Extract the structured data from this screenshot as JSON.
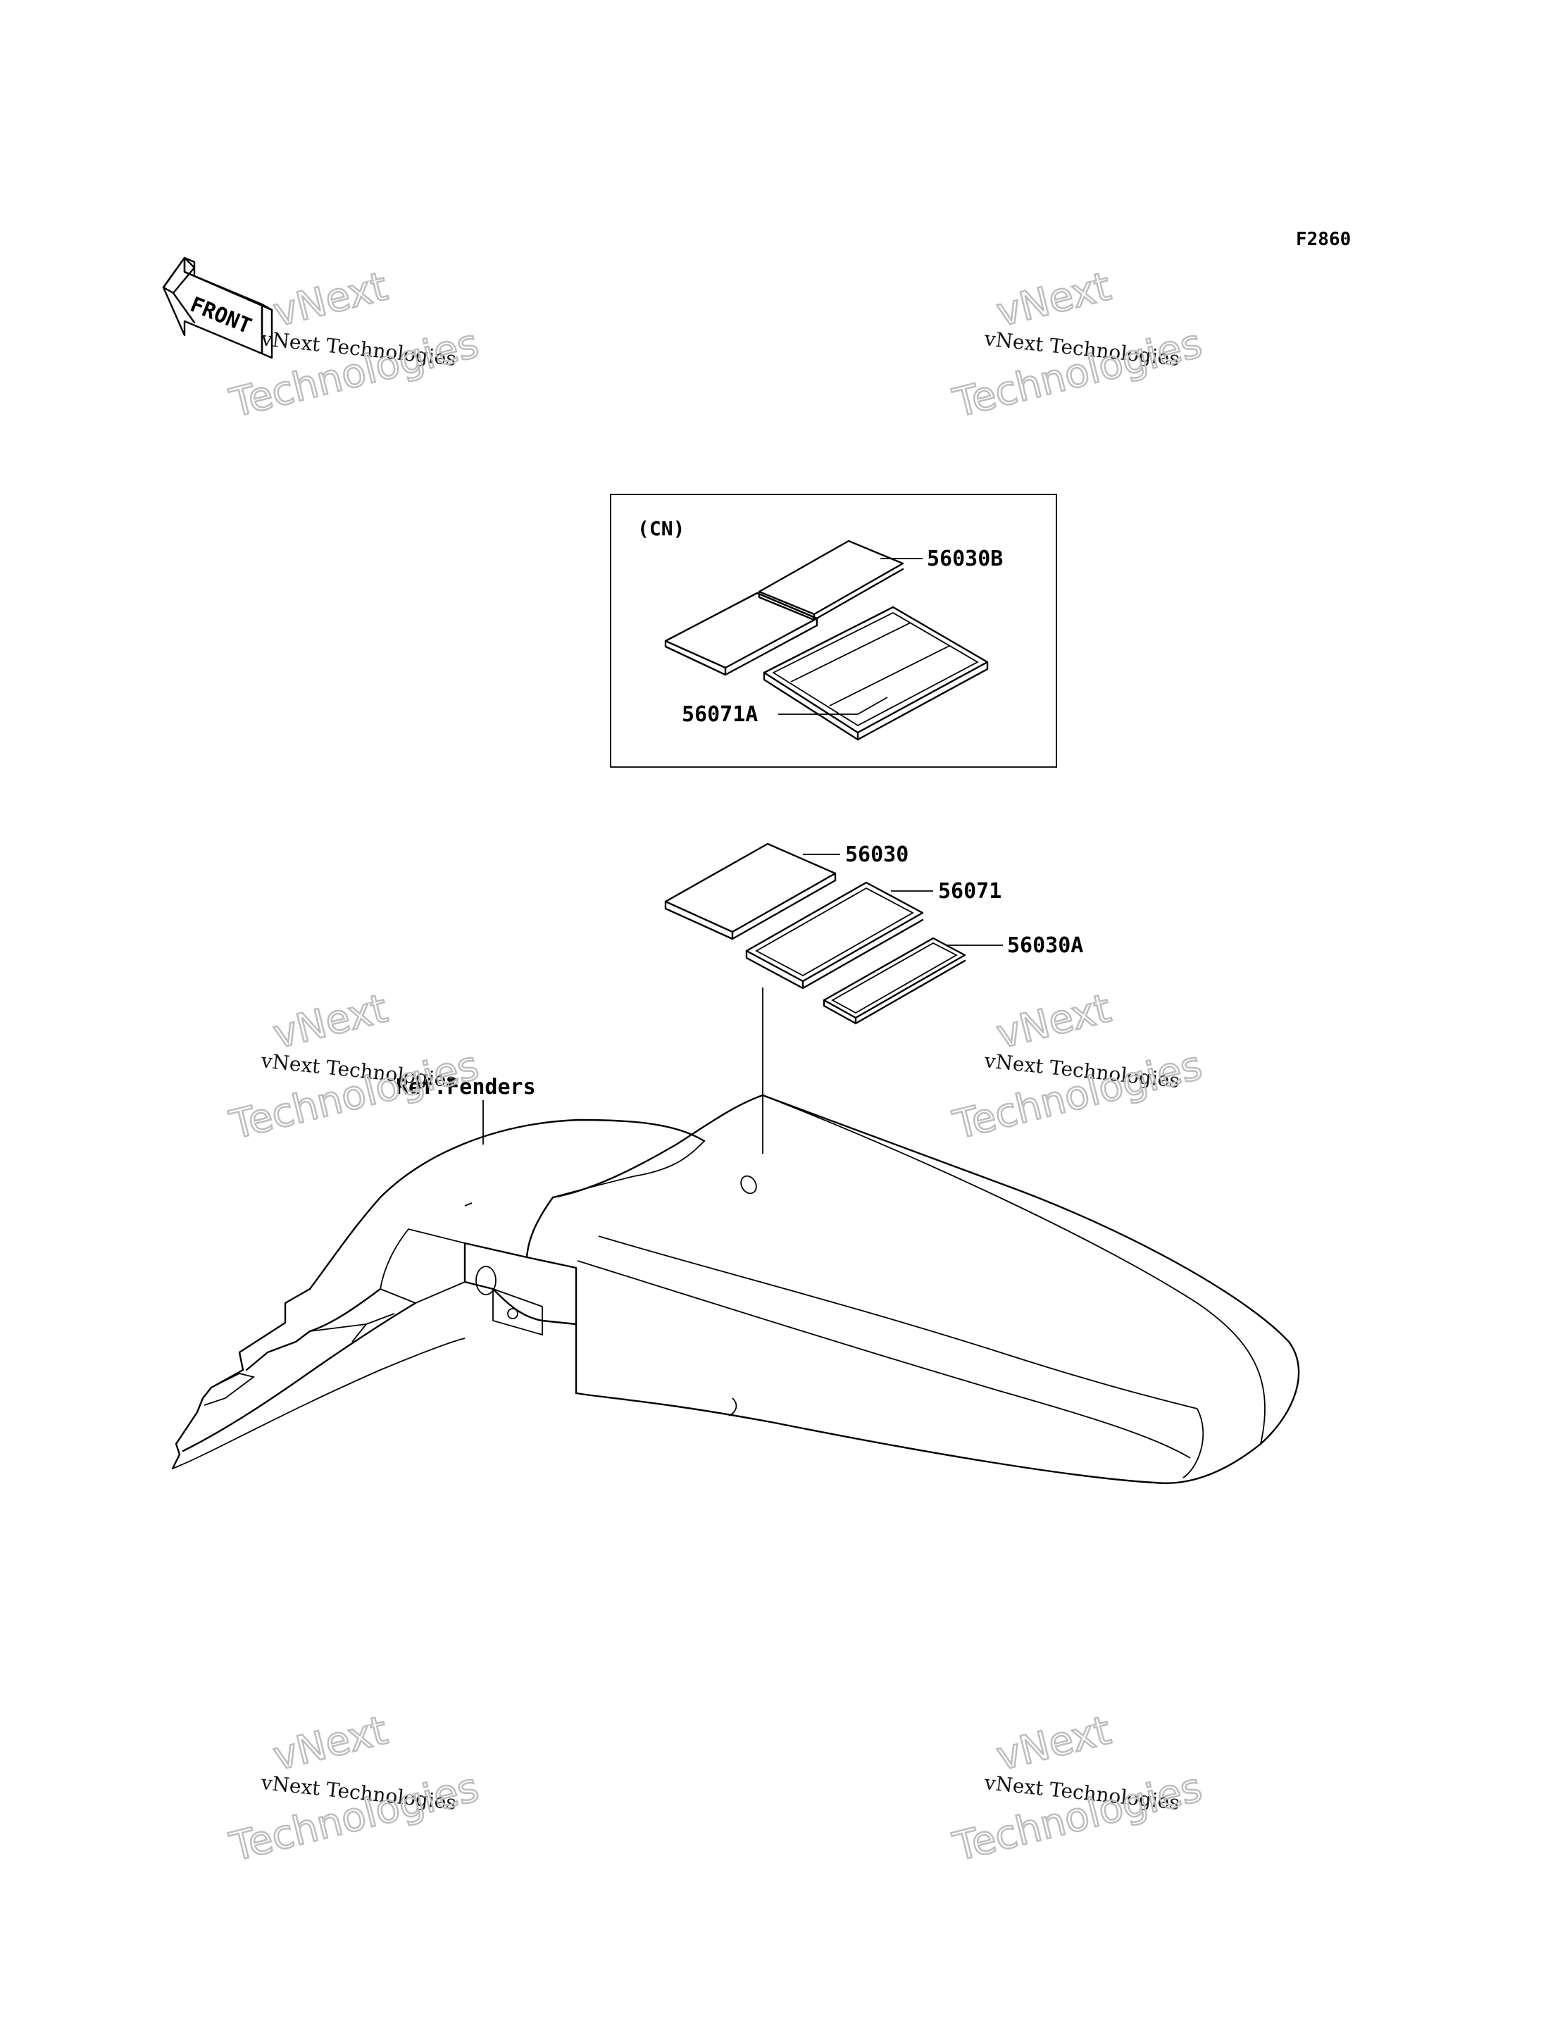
{
  "figure_code": "F2860",
  "front_arrow_text": "FRONT",
  "cn_box_label": "(CN)",
  "parts": {
    "p56030B": "56030B",
    "p56071A": "56071A",
    "p56030": "56030",
    "p56071": "56071",
    "p56030A": "56030A"
  },
  "reference_label": "Ref.Fenders",
  "watermarks": [
    {
      "line1": "vNext Technologies",
      "big1": "vNext",
      "big2": "Technologies"
    },
    {
      "line1": "vNext Technologies",
      "big1": "vNext",
      "big2": "Technologies"
    },
    {
      "line1": "vNext Technologies",
      "big1": "vNext",
      "big2": "Technologies"
    },
    {
      "line1": "vNext Technologies",
      "big1": "vNext",
      "big2": "Technologies"
    },
    {
      "line1": "vNext Technologies",
      "big1": "vNext",
      "big2": "Technologies"
    },
    {
      "line1": "vNext Technologies",
      "big1": "vNext",
      "big2": "Technologies"
    }
  ]
}
